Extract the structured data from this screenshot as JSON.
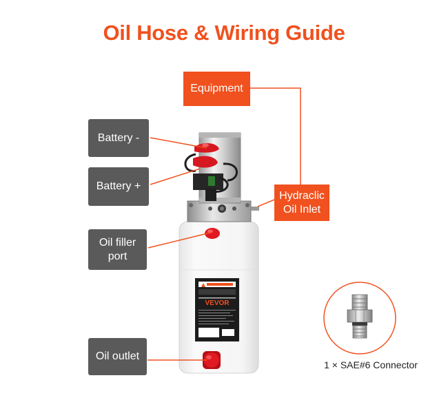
{
  "title": "Oil Hose & Wiring Guide",
  "labels": {
    "equipment": "Equipment",
    "battery_neg": "Battery -",
    "battery_pos": "Battery +",
    "hydraulic_inlet": "Hydraclic\nOil Inlet",
    "oil_filler": "Oil filler\nport",
    "oil_outlet": "Oil outlet"
  },
  "brand": "VEVOR",
  "connector_caption": "1 × SAE#6 Connector",
  "colors": {
    "accent": "#f0511e",
    "label_bg": "#5a5a5a"
  }
}
